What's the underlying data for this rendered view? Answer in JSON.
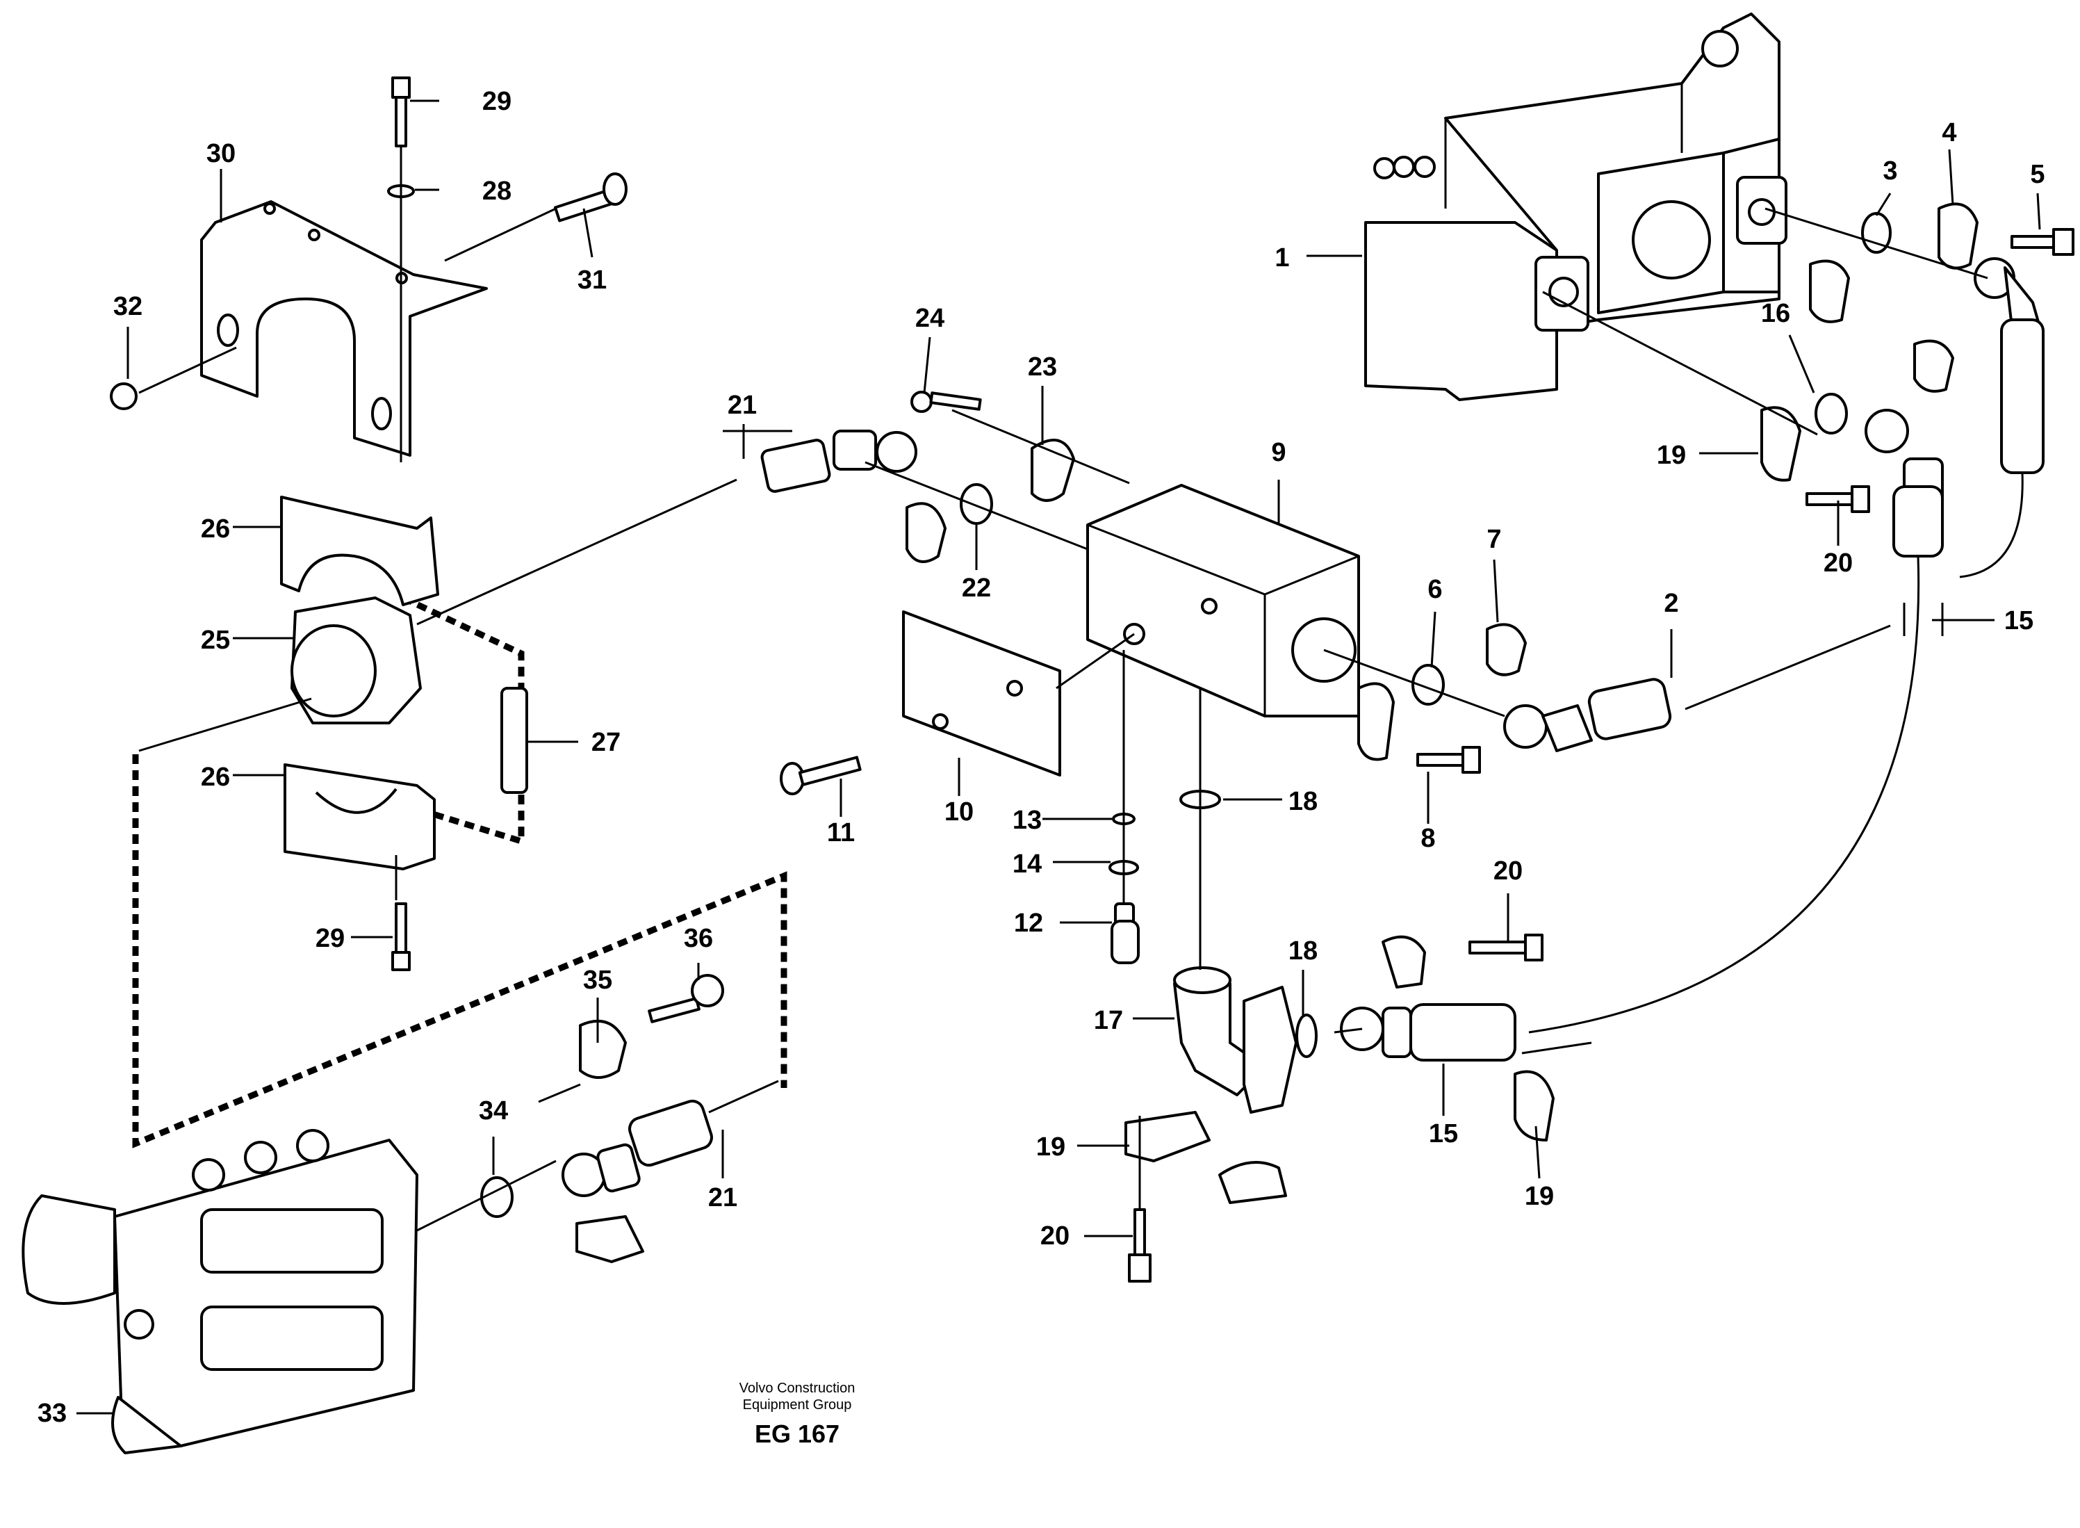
{
  "diagram": {
    "callouts": [
      "1",
      "2",
      "3",
      "4",
      "5",
      "6",
      "7",
      "8",
      "9",
      "10",
      "11",
      "12",
      "13",
      "14",
      "15",
      "15",
      "16",
      "17",
      "18",
      "18",
      "19",
      "19",
      "19",
      "20",
      "20",
      "20",
      "21",
      "21",
      "22",
      "23",
      "24",
      "25",
      "26",
      "26",
      "27",
      "28",
      "29",
      "29",
      "30",
      "31",
      "32",
      "33",
      "34",
      "35",
      "36"
    ],
    "footer": {
      "line1": "Volvo Construction",
      "line2": "Equipment Group",
      "code": "EG 167"
    }
  }
}
